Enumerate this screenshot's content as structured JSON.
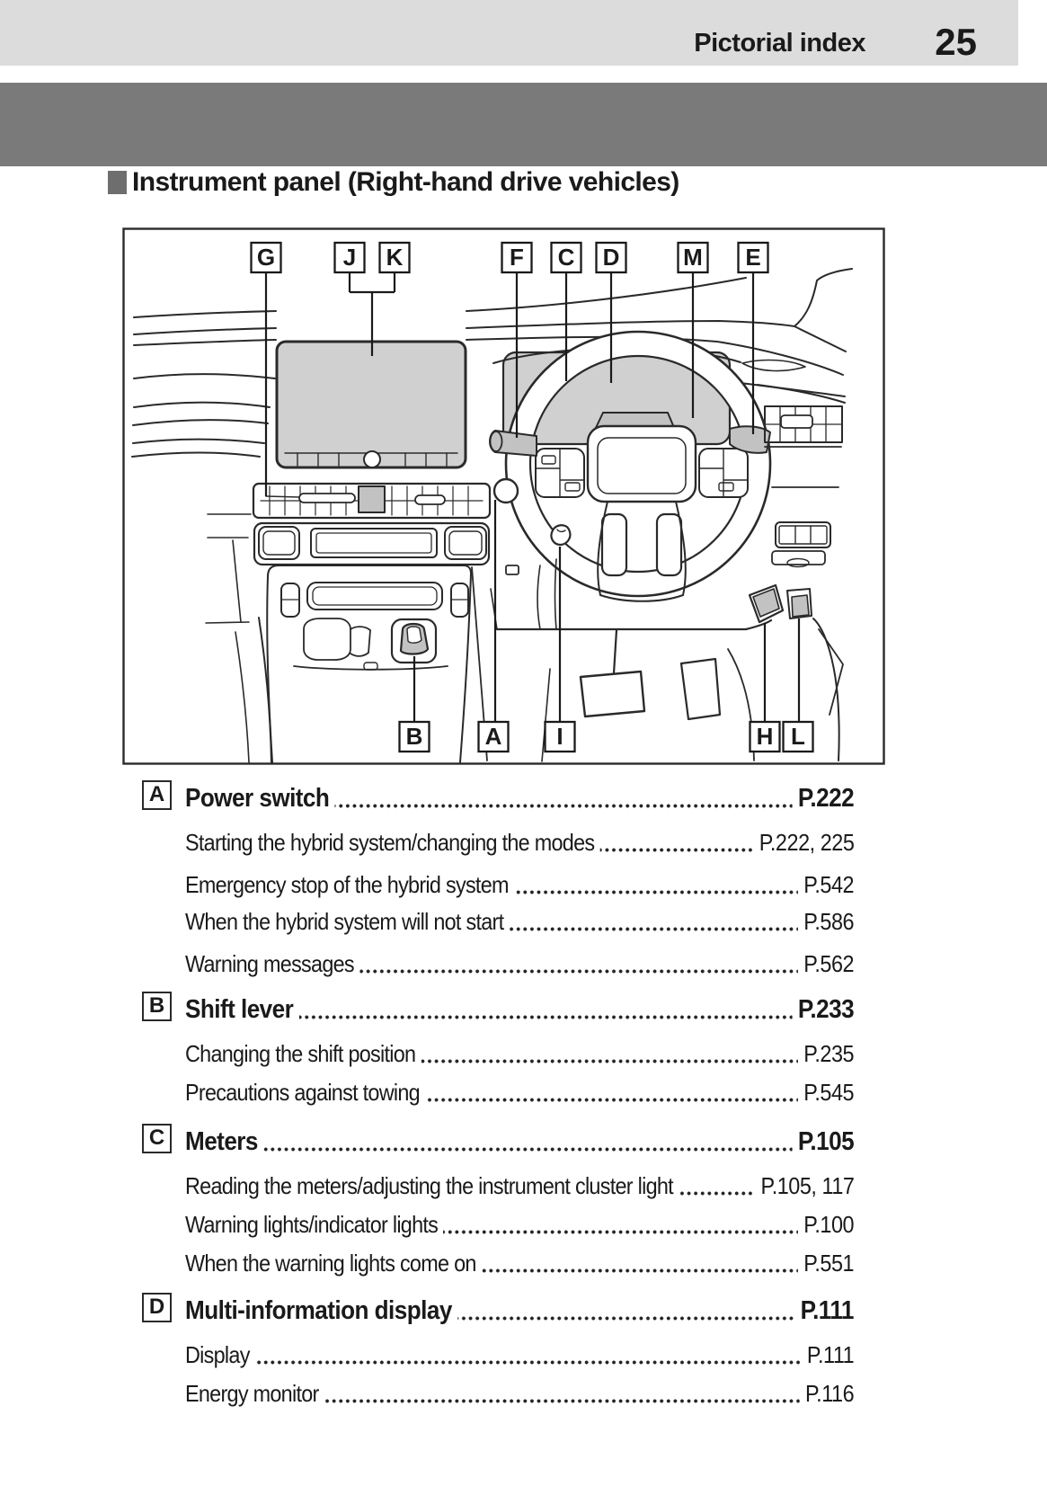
{
  "header": {
    "title": "Pictorial index",
    "page_number": "25"
  },
  "section": {
    "heading": "Instrument panel (Right-hand drive vehicles)"
  },
  "colors": {
    "header_band": "#dcdcdc",
    "divider_band": "#7a7a7a",
    "heading_square": "#6e6e6e",
    "line_art": "#2a2a2a",
    "screen_fill": "#d0d0d0",
    "control_fill": "#c2c2c2"
  },
  "diagram": {
    "description": "Instrument panel line drawing with lettered callouts",
    "callouts": [
      "G",
      "J",
      "K",
      "F",
      "C",
      "D",
      "M",
      "E",
      "B",
      "A",
      "I",
      "H",
      "L"
    ]
  },
  "index": {
    "sections": [
      {
        "letter": "A",
        "title": "Power switch",
        "page": "P.222",
        "items": [
          {
            "label": "Starting the hybrid system/changing the modes",
            "page": "P.222, 225"
          },
          {
            "label": "Emergency stop of the hybrid system",
            "page": "P.542"
          },
          {
            "label": "When the hybrid system will not start",
            "page": "P.586"
          },
          {
            "label": "Warning messages",
            "page": "P.562"
          }
        ]
      },
      {
        "letter": "B",
        "title": "Shift lever",
        "page": "P.233",
        "items": [
          {
            "label": "Changing the shift position",
            "page": "P.235"
          },
          {
            "label": "Precautions against towing",
            "page": "P.545"
          }
        ]
      },
      {
        "letter": "C",
        "title": "Meters",
        "page": "P.105",
        "items": [
          {
            "label": "Reading the meters/adjusting the instrument cluster light",
            "page": "P.105, 117"
          },
          {
            "label": "Warning lights/indicator lights",
            "page": "P.100"
          },
          {
            "label": "When the warning lights come on",
            "page": "P.551"
          }
        ]
      },
      {
        "letter": "D",
        "title": "Multi-information display",
        "page": "P.111",
        "items": [
          {
            "label": "Display",
            "page": "P.111"
          },
          {
            "label": "Energy monitor",
            "page": "P.116"
          }
        ]
      }
    ]
  }
}
